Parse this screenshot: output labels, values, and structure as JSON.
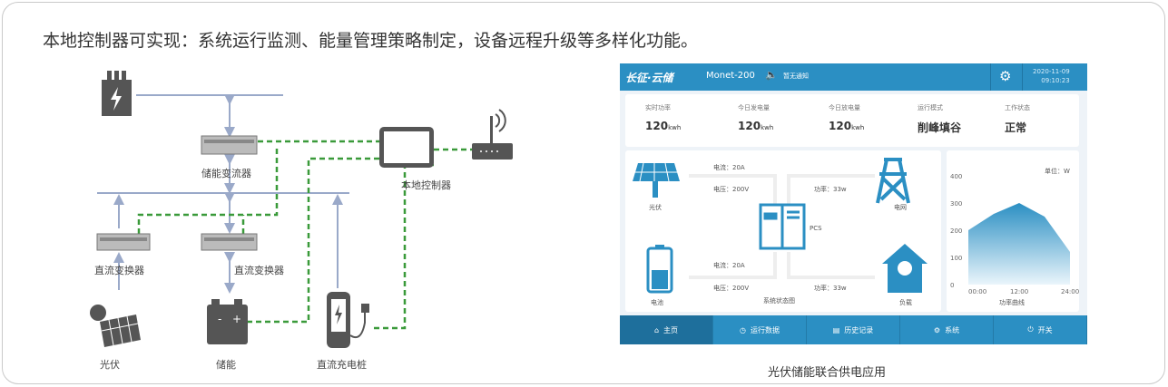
{
  "title": "本地控制器可实现：系统运行监测、能量管理策略制定，设备远程升级等多样化功能。",
  "diagram": {
    "pcs": "储能变流器",
    "dc1": "直流变换器",
    "dc2": "直流变换器",
    "controller": "本地控制器",
    "pv": "光伏",
    "storage": "储能",
    "charger": "直流充电桩"
  },
  "app": {
    "logo": "长征·云储",
    "device": "Monet-200",
    "notice": "暂无通知",
    "date": "2020-11-09",
    "time": "09:10:23",
    "stats": [
      {
        "k": "实时功率",
        "v": "120",
        "u": "kwh"
      },
      {
        "k": "今日发电量",
        "v": "120",
        "u": "kwh"
      },
      {
        "k": "今日放电量",
        "v": "120",
        "u": "kwh"
      },
      {
        "k": "运行模式",
        "v": "削峰填谷",
        "u": ""
      },
      {
        "k": "工作状态",
        "v": "正常",
        "u": ""
      }
    ],
    "status": {
      "pv": "光伏",
      "grid": "电网",
      "battery": "电池",
      "load": "负载",
      "pcs": "PCS",
      "cur1": "电流：20A",
      "vol1": "电压：200V",
      "pow1": "功率：33w",
      "cur2": "电流：20A",
      "vol2": "电压：200V",
      "pow2": "功率：33w",
      "caption": "系统状态图"
    },
    "chart": {
      "unit": "单位：W",
      "yticks": [
        "400",
        "300",
        "200",
        "100",
        "0"
      ],
      "xticks": [
        "00:00",
        "12:00",
        "24:00"
      ],
      "caption": "功率曲线"
    },
    "nav": [
      "主页",
      "运行数据",
      "历史记录",
      "系统",
      "开关"
    ]
  },
  "chart_data": {
    "type": "area",
    "title": "功率曲线",
    "ylabel": "单位：W",
    "ylim": [
      0,
      400
    ],
    "x": [
      "00:00",
      "06:00",
      "12:00",
      "18:00",
      "24:00"
    ],
    "values": [
      200,
      260,
      300,
      250,
      120
    ]
  },
  "caption": "光伏储能联合供电应用",
  "colors": {
    "accent": "#2b8fc3",
    "dash": "#3a9a3a",
    "line": "#9aa9c9"
  }
}
